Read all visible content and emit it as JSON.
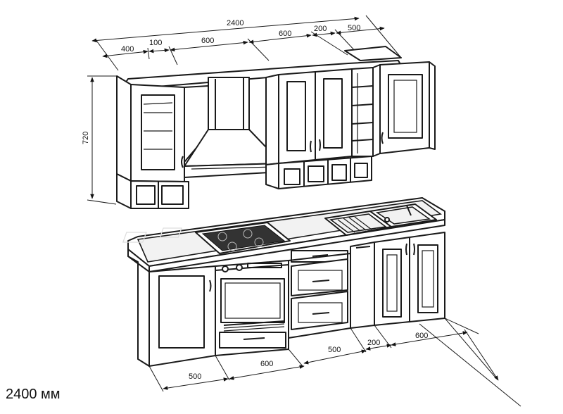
{
  "top_dimensions": {
    "total": "2400",
    "segments": [
      "400",
      "100",
      "600",
      "600",
      "200",
      "500"
    ]
  },
  "height_dimension": "720",
  "bottom_dimensions": [
    "500",
    "600",
    "500",
    "200",
    "600"
  ],
  "caption": "2400 мм"
}
